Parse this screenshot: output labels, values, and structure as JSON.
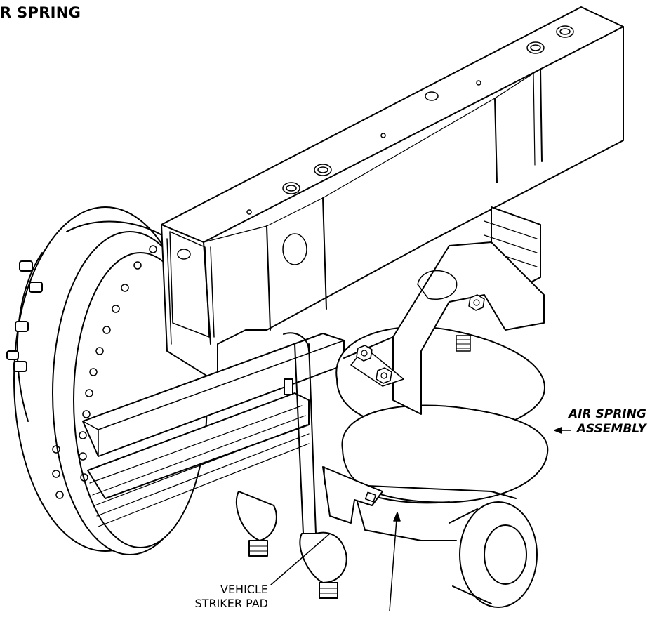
{
  "title": "R SPRING",
  "labels": {
    "air_spring_line1": "AIR SPRING",
    "air_spring_line2": "ASSEMBLY",
    "striker_line1": "VEHICLE",
    "striker_line2": "STRIKER PAD"
  }
}
